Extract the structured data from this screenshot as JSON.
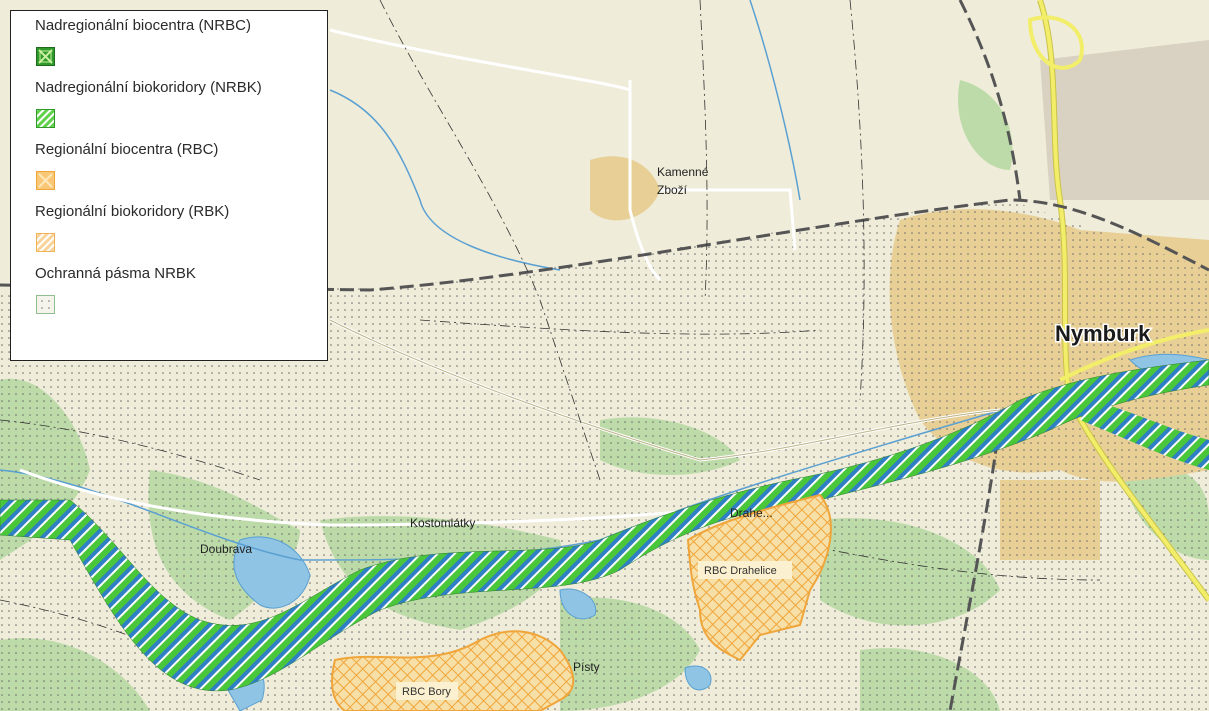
{
  "legend": {
    "items": [
      {
        "label": "Nadregionální biocentra (NRBC)",
        "pattern": "nrbc-pattern"
      },
      {
        "label": "Nadregionální biokoridory (NRBK)",
        "pattern": "nrbk-pattern"
      },
      {
        "label": "Regionální biocentra (RBC)",
        "pattern": "rbc-pattern"
      },
      {
        "label": "Regionální biokoridory (RBK)",
        "pattern": "rbk-pattern"
      },
      {
        "label": "Ochranná pásma NRBK",
        "pattern": "op-pattern"
      }
    ]
  },
  "map": {
    "places": {
      "kamenne_line1": "Kamenné",
      "kamenne_line2": "Zboží",
      "nymburk": "Nymburk",
      "kostomlatky": "Kostomlátky",
      "doubrava": "Doubrava",
      "drahelice_partial": "Drahe...",
      "pisty": "Písty"
    },
    "areas": {
      "rbc_drahelice": "RBC Drahelice",
      "rbc_bory": "RBC Bory"
    }
  },
  "colors": {
    "map_background": "#efecd9",
    "forest": "#b7d9a3",
    "water": "#8fc4e4",
    "urban": "#e8cf96",
    "nrbk_green": "#49c639",
    "nrbk_blue": "#2f7fc5",
    "rbc_orange": "#f0a53a",
    "road_yellow": "#f3ee6a"
  }
}
